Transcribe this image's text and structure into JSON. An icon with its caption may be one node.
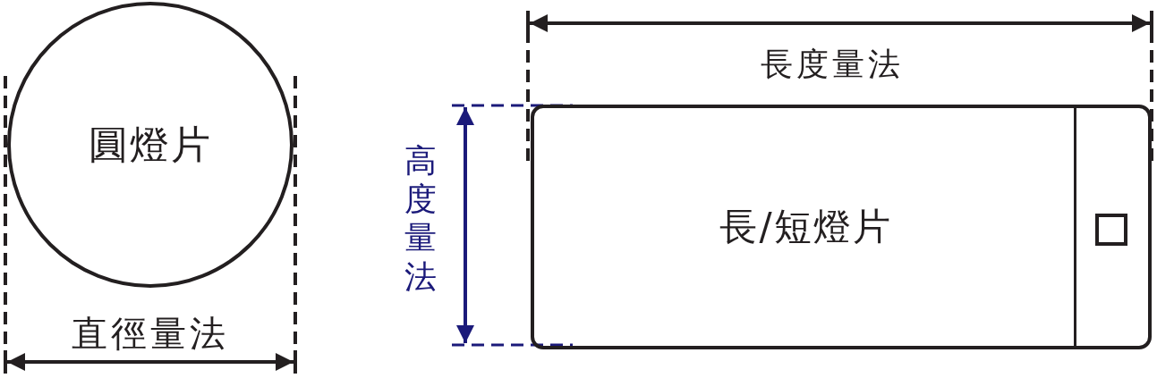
{
  "diagram": {
    "nodes": [
      {
        "text": [
          "圓燈片"
        ]
      },
      {
        "text": [
          "長/短燈片"
        ]
      }
    ],
    "labels": [
      "長度量法",
      "高度量法",
      "直徑量法"
    ]
  }
}
